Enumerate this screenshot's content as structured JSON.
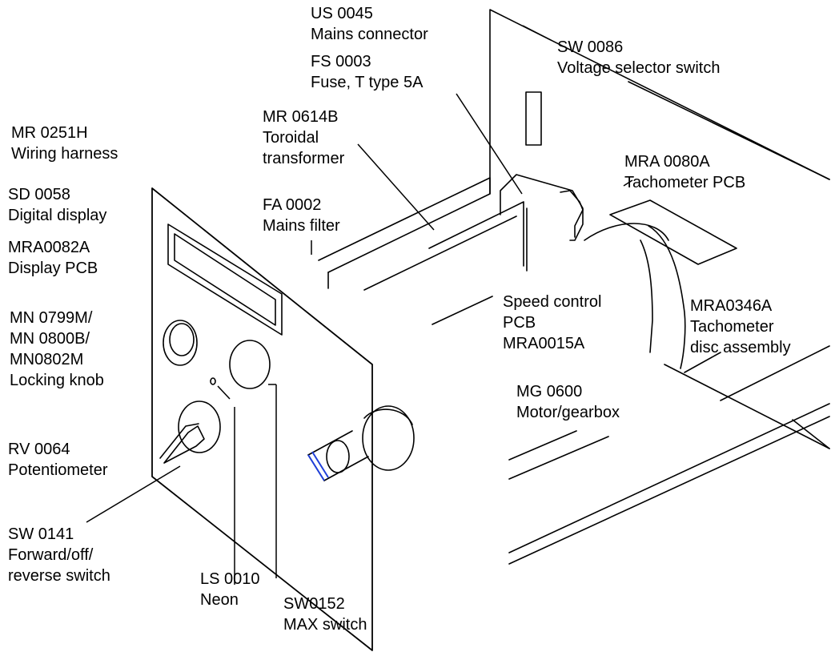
{
  "labels": {
    "us0045": {
      "code": "US 0045",
      "name": "Mains connector"
    },
    "fs0003": {
      "code": "FS 0003",
      "name": "Fuse, T type 5A"
    },
    "sw0086": {
      "code": "SW 0086",
      "name": "Voltage selector switch"
    },
    "mr0251h": {
      "code": "MR 0251H",
      "name": "Wiring harness"
    },
    "mr0614b": {
      "code": "MR 0614B",
      "name1": "Toroidal",
      "name2": "transformer"
    },
    "mra0080a": {
      "code": "MRA 0080A",
      "name": "Tachometer PCB"
    },
    "sd0058": {
      "code": "SD 0058",
      "name": "Digital display"
    },
    "fa0002": {
      "code": "FA 0002",
      "name": "Mains filter"
    },
    "mra0082a": {
      "code": "MRA0082A",
      "name": "Display PCB"
    },
    "mn_knob": {
      "code1": "MN 0799M/",
      "code2": "MN 0800B/",
      "code3": "MN0802M",
      "name": "Locking knob"
    },
    "speed_control": {
      "name1": "Speed control",
      "name2": "PCB",
      "code": "MRA0015A"
    },
    "mra0346a": {
      "code": "MRA0346A",
      "name1": "Tachometer",
      "name2": "disc assembly"
    },
    "mg0600": {
      "code": "MG 0600",
      "name": "Motor/gearbox"
    },
    "rv0064": {
      "code": "RV 0064",
      "name": "Potentiometer"
    },
    "sw0141": {
      "code": "SW 0141",
      "name1": "Forward/off/",
      "name2": "reverse switch"
    },
    "ls0010": {
      "code": "LS 0010",
      "name": "Neon"
    },
    "sw0152": {
      "code": "SW0152",
      "name": "MAX switch"
    }
  }
}
